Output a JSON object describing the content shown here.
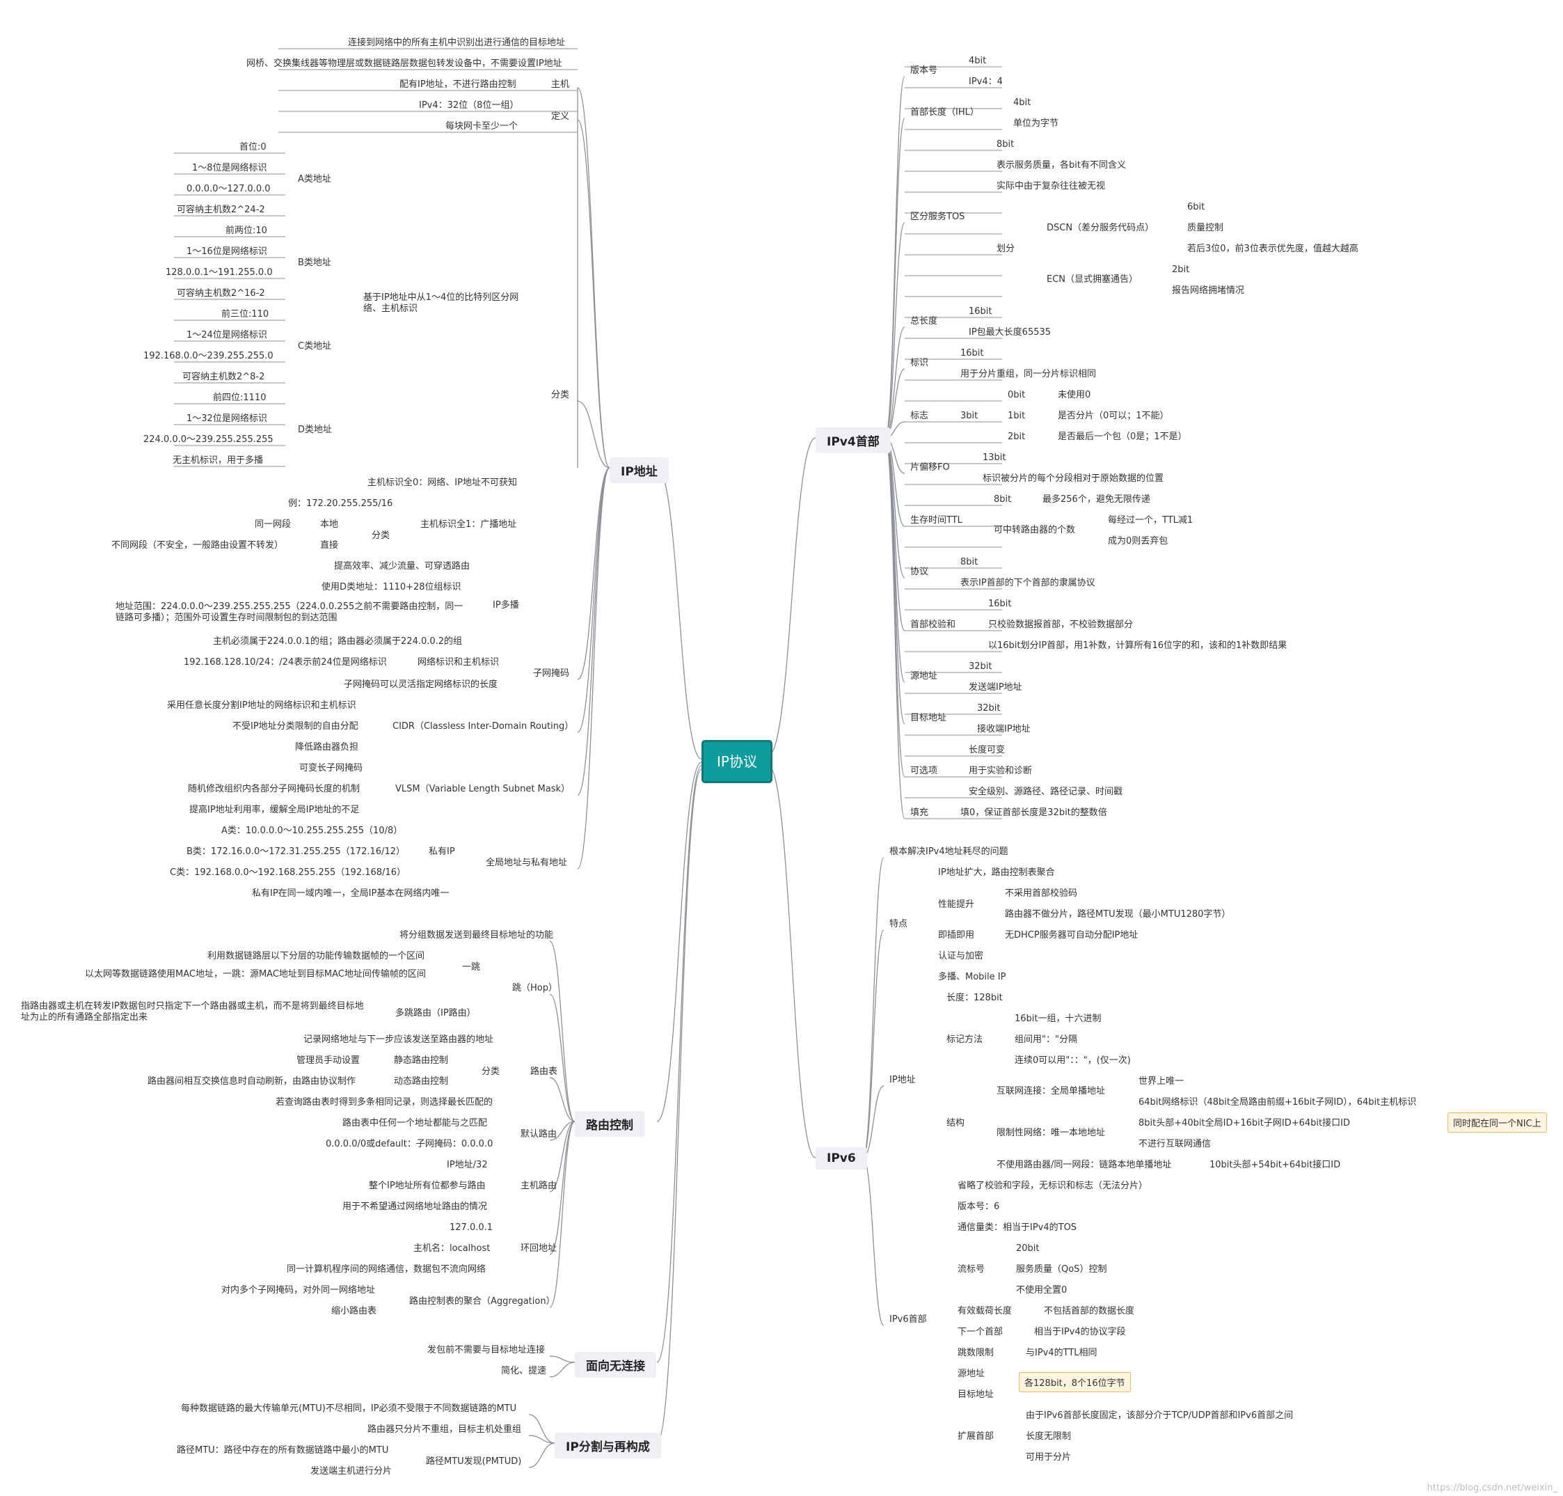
{
  "root": "IP协议",
  "watermark": "https://blog.csdn.net/weixin_",
  "nodes": {
    "ip_address": "IP地址",
    "routing": "路由控制",
    "connectionless": "面向无连接",
    "fragment": "IP分割与再构成",
    "ipv4_header": "IPv4首部",
    "ipv6": "IPv6"
  },
  "left": {
    "d1": "连接到网络中的所有主机中识别出进行通信的目标地址",
    "d2": "网桥、交换集线器等物理层或数据链路层数据包转发设备中，不需要设置IP地址",
    "d3": "配有IP地址，不进行路由控制",
    "host": "主机",
    "d4": "IPv4：32位（8位一组）",
    "define": "定义",
    "d5": "每块网卡至少一个",
    "a1": "首位:0",
    "a2": "1～8位是网络标识",
    "a3": "0.0.0.0～127.0.0.0",
    "a4": "可容纳主机数2^24-2",
    "A": "A类地址",
    "b1": "前两位:10",
    "b2": "1～16位是网络标识",
    "b3": "128.0.0.1～191.255.0.0",
    "b4": "可容纳主机数2^16-2",
    "B": "B类地址",
    "c1": "前三位:110",
    "c2": "1～24位是网络标识",
    "c3": "192.168.0.0～239.255.255.0",
    "c4": "可容纳主机数2^8-2",
    "C": "C类地址",
    "e1": "前四位:1110",
    "e2": "1～32位是网络标识",
    "e3": "224.0.0.0～239.255.255.255",
    "e4": "无主机标识，用于多播",
    "D": "D类地址",
    "cls_desc": "基于IP地址中从1～4位的比特列区分网络、主机标识",
    "classify": "分类",
    "h0": "主机标识全0：网络、IP地址不可获知",
    "h1ex": "例：172.20.255.255/16",
    "same": "同一网段",
    "local": "本地",
    "cat": "分类",
    "h1": "主机标识全1：广播地址",
    "diff": "不同网段（不安全，一般路由设置不转发）",
    "direct": "直接",
    "m1": "提高效率、减少流量、可穿透路由",
    "m2": "使用D类地址：1110+28位组标识",
    "m3": "地址范围：224.0.0.0～239.255.255.255（224.0.0.255之前不需要路由控制，同一链路可多播）；范围外可设置生存时间限制包的到达范围",
    "mc": "IP多播",
    "m4": "主机必须属于224.0.0.1的组；路由器必须属于224.0.0.2的组",
    "s1": "192.168.128.10/24：/24表示前24位是网络标识",
    "s1b": "网络标识和主机标识",
    "mask": "子网掩码",
    "s2": "子网掩码可以灵活指定网络标识的长度",
    "cd1": "采用任意长度分割IP地址的网络标识和主机标识",
    "cd2": "不受IP地址分类限制的自由分配",
    "cidr": "CIDR（Classless Inter-Domain Routing）",
    "cd3": "降低路由器负担",
    "v1": "可变长子网掩码",
    "v2": "随机修改组织内各部分子网掩码长度的机制",
    "vlsm": "VLSM（Variable Length Subnet Mask）",
    "v3": "提高IP地址利用率，缓解全局IP地址的不足",
    "p1": "A类：10.0.0.0～10.255.255.255（10/8）",
    "p2": "B类：172.16.0.0～172.31.255.255（172.16/12）",
    "priv": "私有IP",
    "p3": "C类：192.168.0.0～192.168.255.255（192.168/16）",
    "global": "全局地址与私有地址",
    "p4": "私有IP在同一域内唯一，全局IP基本在网络内唯一",
    "r1": "将分组数据发送到最终目标地址的功能",
    "r2": "利用数据链路层以下分层的功能传输数据帧的一个区间",
    "onehop": "一跳",
    "r3": "以太网等数据链路使用MAC地址，一跳：源MAC地址到目标MAC地址间传输帧的区间",
    "hop": "跳（Hop）",
    "r4": "指路由器或主机在转发IP数据包时只指定下一个路由器或主机，而不是将到最终目标地址为止的所有通路全部指定出来",
    "multihop": "多跳路由（IP路由）",
    "t1": "记录网络地址与下一步应该发送至路由器的地址",
    "t2": "管理员手动设置",
    "static": "静态路由控制",
    "tcat": "分类",
    "table": "路由表",
    "t3": "路由器间相互交换信息时自动刷新，由路由协议制作",
    "dynamic": "动态路由控制",
    "t4": "若查询路由表时得到多条相同记录，则选择最长匹配的",
    "df1": "路由表中任何一个地址都能与之匹配",
    "default": "默认路由",
    "df2": "0.0.0.0/0或default：子网掩码：0.0.0.0",
    "hr1": "IP地址/32",
    "hr2": "整个IP地址所有位都参与路由",
    "hostroute": "主机路由",
    "hr3": "用于不希望通过网络地址路由的情况",
    "lb1": "127.0.0.1",
    "lb2": "主机名：localhost",
    "loop": "环回地址",
    "lb3": "同一计算机程序间的网络通信，数据包不流向网络",
    "ag1": "对内多个子网掩码，对外同一网络地址",
    "agg": "路由控制表的聚合（Aggregation）",
    "ag2": "缩小路由表",
    "cl1": "发包前不需要与目标地址连接",
    "cl2": "简化、提速",
    "f1": "每种数据链路的最大传输单元(MTU)不尽相同，IP必须不受限于不同数据链路的MTU",
    "f2": "路由器只分片不重组，目标主机处重组",
    "f3": "路径MTU：路径中存在的所有数据链路中最小的MTU",
    "pmtud": "路径MTU发现(PMTUD)",
    "f4": "发送端主机进行分片"
  },
  "right": {
    "ver": "版本号",
    "ver1": "4bit",
    "ver2": "IPv4：4",
    "ihl": "首部长度（IHL）",
    "ihl1": "4bit",
    "ihl2": "单位为字节",
    "tos": "区分服务TOS",
    "tos1": "8bit",
    "tos2": "表示服务质量，各bit有不同含义",
    "tos3": "实际中由于复杂往往被无视",
    "div": "划分",
    "dscp": "DSCN（差分服务代码点）",
    "ds1": "6bit",
    "ds2": "质量控制",
    "ds3": "若后3位0，前3位表示优先度，值越大越高",
    "ecn": "ECN（显式拥塞通告）",
    "ec1": "2bit",
    "ec2": "报告网络拥堵情况",
    "tl": "总长度",
    "tl1": "16bit",
    "tl2": "IP包最大长度65535",
    "id": "标识",
    "id1": "16bit",
    "id2": "用于分片重组，同一分片标识相同",
    "flag": "标志",
    "fl3": "3bit",
    "fb0": "0bit",
    "fb0v": "未使用0",
    "fb1": "1bit",
    "fb1v": "是否分片（0可以；1不能）",
    "fb2": "2bit",
    "fb2v": "是否最后一个包（0是；1不是）",
    "fo": "片偏移FO",
    "fo1": "13bit",
    "fo2": "标识被分片的每个分段相对于原始数据的位置",
    "ttl": "生存时间TTL",
    "ttl1": "8bit",
    "ttl1v": "最多256个，避免无限传递",
    "ttl2": "可中转路由器的个数",
    "ttl2a": "每经过一个，TTL减1",
    "ttl2b": "成为0则丢弃包",
    "proto": "协议",
    "pr1": "8bit",
    "pr2": "表示IP首部的下个首部的隶属协议",
    "cs": "首部校验和",
    "cs1": "16bit",
    "cs2": "只校验数据报首部，不校验数据部分",
    "cs3": "以16bit划分IP首部，用1补数，计算所有16位字的和，该和的1补数即结果",
    "src": "源地址",
    "src1": "32bit",
    "src2": "发送端IP地址",
    "dst": "目标地址",
    "dst1": "32bit",
    "dst2": "接收端IP地址",
    "opt": "可选项",
    "op1": "长度可变",
    "op2": "用于实验和诊断",
    "op3": "安全级别、源路径、路径记录、时间戳",
    "pad": "填充",
    "pad1": "填0，保证首部长度是32bit的整数倍",
    "x0": "根本解决IPv4地址耗尽的问题",
    "feat": "特点",
    "x1": "IP地址扩大，路由控制表聚合",
    "perf": "性能提升",
    "x2": "不采用首部校验码",
    "x3": "路由器不做分片，路径MTU发现（最小MTU1280字节）",
    "plug": "即插即用",
    "x4": "无DHCP服务器可自动分配IP地址",
    "x5": "认证与加密",
    "x6": "多播、Mobile IP",
    "v6addr": "IP地址",
    "len": "长度：128bit",
    "nota": "标记方法",
    "n1": "16bit一组，十六进制",
    "n2": "组间用\"：\"分隔",
    "n3": "连续0可以用\"：：\"，(仅一次)",
    "struct": "结构",
    "glob": "互联网连接：全局单播地址",
    "g1": "世界上唯一",
    "g2": "64bit网络标识（48bit全局路由前缀+16bit子网ID），64bit主机标识",
    "lim": "限制性网络：唯一本地地址",
    "l1": "8bit头部+40bit全局ID+16bit子网ID+64bit接口ID",
    "l2": "不进行互联网通信",
    "ll": "不使用路由器/同一网段：链路本地单播地址",
    "ll1": "10bit头部+54bit+64bit接口ID",
    "nic": "同时配在同一个NIC上",
    "v6h": "IPv6首部",
    "h1": "省略了校验和字段，无标识和标志（无法分片）",
    "h2": "版本号：6",
    "h3": "通信量类：相当于IPv4的TOS",
    "flow": "流标号",
    "fw1": "20bit",
    "fw2": "服务质量（QoS）控制",
    "fw3": "不使用全置0",
    "pl": "有效载荷长度",
    "pl1": "不包括首部的数据长度",
    "nh": "下一个首部",
    "nh1": "相当于IPv4的协议字段",
    "hl": "跳数限制",
    "hl1": "与IPv4的TTL相同",
    "v6src": "源地址",
    "v6dst": "目标地址",
    "addr128": "各128bit，8个16位字节",
    "ext": "扩展首部",
    "ex1": "由于IPv6首部长度固定，该部分介于TCP/UDP首部和IPv6首部之间",
    "ex2": "长度无限制",
    "ex3": "可用于分片"
  }
}
